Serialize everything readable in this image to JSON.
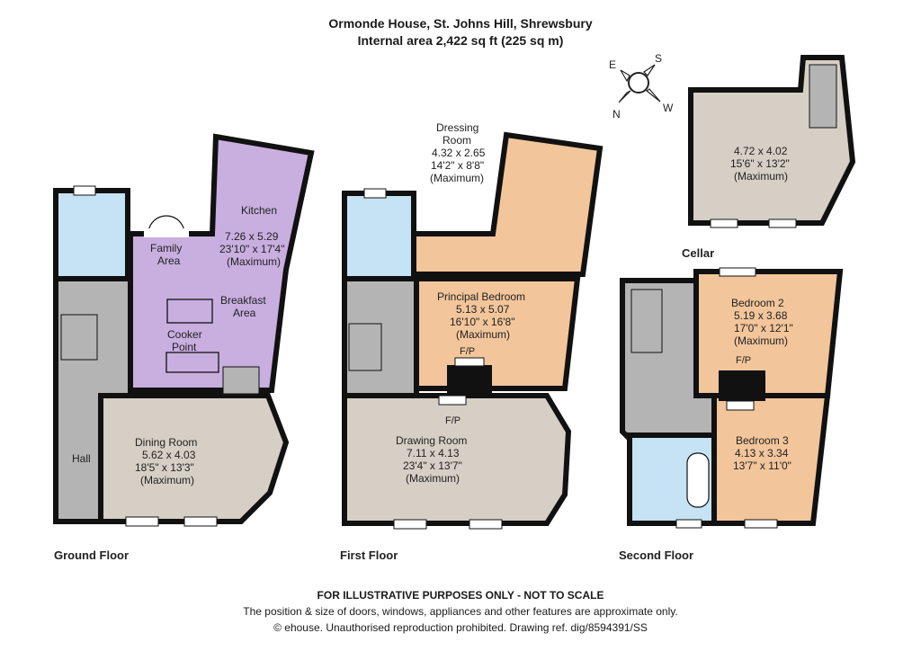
{
  "header": {
    "title": "Ormonde House, St. Johns Hill, Shrewsbury",
    "area": "Internal area 2,422 sq ft (225 sq m)"
  },
  "compass": {
    "n": "N",
    "e": "E",
    "s": "S",
    "w": "W"
  },
  "colors": {
    "wall": "#111111",
    "kitchen": "#c9aee0",
    "bath": "#c6e3f5",
    "bedroom": "#f2c59b",
    "reception": "#d6cfc5",
    "circulation": "#b4b4b4",
    "window": "#ffffff"
  },
  "floors": {
    "ground": "Ground Floor",
    "first": "First Floor",
    "second": "Second Floor",
    "cellar": "Cellar"
  },
  "rooms": {
    "hall": "Hall",
    "family": [
      "Family",
      "Area"
    ],
    "kitchen": "Kitchen",
    "kitchen_dims": [
      "7.26 x 5.29",
      "23'10\" x 17'4\"",
      "(Maximum)"
    ],
    "breakfast": [
      "Breakfast",
      "Area"
    ],
    "cooker": [
      "Cooker",
      "Point"
    ],
    "dining": [
      "Dining Room",
      "5.62 x 4.03",
      "18'5\" x 13'3\"",
      "(Maximum)"
    ],
    "dressing": [
      "Dressing",
      "Room",
      "4.32 x 2.65",
      "14'2\" x 8'8\"",
      "(Maximum)"
    ],
    "principal": [
      "Principal Bedroom",
      "5.13 x 5.07",
      "16'10\" x 16'8\"",
      "(Maximum)"
    ],
    "fp": "F/P",
    "drawing": [
      "Drawing Room",
      "7.11 x 4.13",
      "23'4\" x 13'7\"",
      "(Maximum)"
    ],
    "cellar_dims": [
      "4.72 x 4.02",
      "15'6\" x 13'2\"",
      "(Maximum)"
    ],
    "bed2": [
      "Bedroom 2",
      "5.19 x 3.68",
      "17'0\" x 12'1\"",
      "(Maximum)"
    ],
    "bed3": [
      "Bedroom 3",
      "4.13 x 3.34",
      "13'7\" x 11'0\""
    ]
  },
  "footer": {
    "line1": "FOR ILLUSTRATIVE PURPOSES ONLY - NOT TO SCALE",
    "line2": "The position & size of doors, windows, appliances and other features are approximate only.",
    "line3": "© ehouse. Unauthorised reproduction prohibited. Drawing ref. dig/8594391/SS"
  }
}
